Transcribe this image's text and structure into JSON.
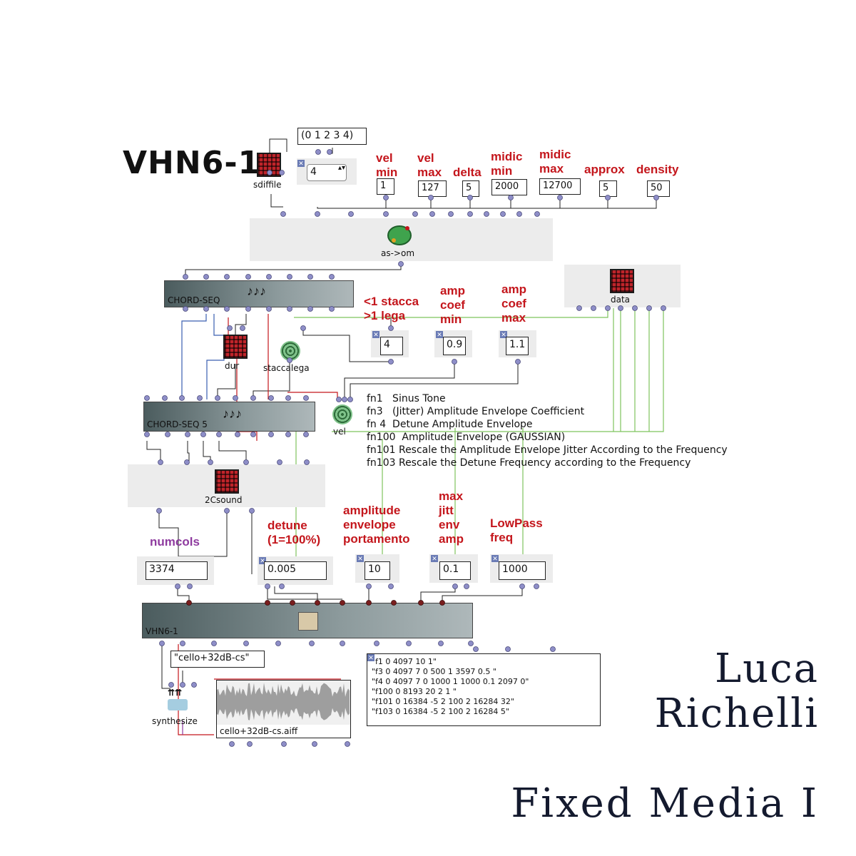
{
  "title": "VHN6-1",
  "list_value": "(0 1 2 3 4)",
  "stepper": {
    "value": "4",
    "arrows": "▴▾"
  },
  "objects": {
    "sdiffile": "sdiffile",
    "as_om": "as->om",
    "chordseq1": "CHORD-SEQ",
    "data": "data",
    "dur": "dur",
    "staccalega": "staccalega",
    "chordseq5": "CHORD-SEQ 5",
    "vel": "vel",
    "twocsound": "2Csound",
    "vhn": "VHN6-1",
    "synthesize": "synthesize",
    "sound_file": "cello+32dB-cs.aiff"
  },
  "params_top": [
    {
      "label": "vel\nmin",
      "value": "1"
    },
    {
      "label": "vel\nmax",
      "value": "127"
    },
    {
      "label": "delta",
      "value": "5"
    },
    {
      "label": "midic\nmin",
      "value": "2000"
    },
    {
      "label": "midic\nmax",
      "value": "12700"
    },
    {
      "label": "approx",
      "value": "5"
    },
    {
      "label": "density",
      "value": "50"
    }
  ],
  "params_mid": [
    {
      "label": "<1 stacca\n>1 lega",
      "value": "4"
    },
    {
      "label": "amp\ncoef\nmin",
      "value": "0.9"
    },
    {
      "label": "amp\ncoef\nmax",
      "value": "1.1"
    }
  ],
  "params_bottom": [
    {
      "label": "numcols",
      "value": "3374"
    },
    {
      "label": "detune\n(1=100%)",
      "value": "0.005"
    },
    {
      "label": "amplitude\nenvelope\nportamento",
      "value": "10"
    },
    {
      "label": "max\njitt\nenv\namp",
      "value": "0.1"
    },
    {
      "label": "LowPass\nfreq",
      "value": "1000"
    }
  ],
  "fn_list": [
    "fn1   Sinus Tone",
    "fn3   (Jitter) Amplitude Envelope Coefficient",
    "fn 4  Detune Amplitude Envelope",
    "fn100  Amplitude Envelope (GAUSSIAN)",
    "fn101 Rescale the Amplitude Envelope Jitter According to the Frequency",
    "fn103 Rescale the Detune Frequency according to the Frequency"
  ],
  "filename_string": "\"cello+32dB-cs\"",
  "csound_lines": [
    "\"f1 0 4097 10 1\"",
    "\"f3 0 4097 7 0 500 1 3597 0.5 \"",
    "\"f4 0 4097 7 0 1000 1 1000 0.1 2097 0\"",
    "\"f100 0 8193 20 2 1 \"",
    "\"f101 0 16384 -5 2 100 2 16284 32\"",
    "\"f103 0 16384 -5 2 100 2 16284 5\""
  ],
  "author": {
    "first": "Luca",
    "last": "Richelli"
  },
  "album": "Fixed Media I",
  "colors": {
    "label_red": "#c4161c",
    "label_purple": "#8e3b9f",
    "patch_green": "#7ec35e",
    "patch_red": "#c4161c",
    "patch_blue": "#3a5fb0"
  },
  "icons": [
    "grid-icon",
    "bug-icon",
    "spiral-icon",
    "tool-icon",
    "synth-icon",
    "waveform-icon"
  ]
}
